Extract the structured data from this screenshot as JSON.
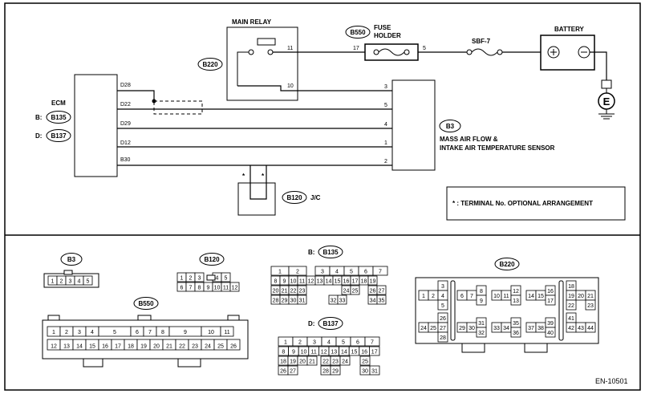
{
  "tags": {
    "b550": "B550",
    "b220": "B220",
    "b135": "B135",
    "b137": "B137",
    "b3": "B3",
    "b120": "B120"
  },
  "labels": {
    "main_relay": "MAIN RELAY",
    "fuse_holder_1": "FUSE",
    "fuse_holder_2": "HOLDER",
    "sbf": "SBF-7",
    "battery": "BATTERY",
    "ecm": "ECM",
    "b_prefix": "B:",
    "d_prefix": "D:",
    "sensor_1": "MASS AIR FLOW &",
    "sensor_2": "INTAKE AIR TEMPERATURE SENSOR",
    "jc": "J/C",
    "star": "*",
    "note": "* : TERMINAL No. OPTIONAL ARRANGEMENT",
    "ground": "E",
    "doc_code": "EN-10501"
  },
  "wires": {
    "d28": "D28",
    "d22": "D22",
    "d29": "D29",
    "d12": "D12",
    "b30": "B30",
    "relay_11": "11",
    "relay_10": "10",
    "fuse_17": "17",
    "fuse_5": "5",
    "s3": "3",
    "s5": "5",
    "s4": "4",
    "s1": "1",
    "s2": "2"
  },
  "connectors": {
    "b3_pins": [
      "1",
      "2",
      "3",
      "4",
      "5"
    ],
    "b120_top": [
      "1",
      "2",
      "3",
      "",
      "4",
      "5"
    ],
    "b120_bot": [
      "6",
      "7",
      "8",
      "9",
      "10",
      "11",
      "12"
    ],
    "b550_top": [
      "1",
      "2",
      "3",
      "4",
      "5",
      "6",
      "7",
      "8",
      "9",
      "10",
      "11"
    ],
    "b550_bot": [
      "12",
      "13",
      "14",
      "15",
      "16",
      "17",
      "18",
      "19",
      "20",
      "21",
      "22",
      "23",
      "24",
      "25",
      "26"
    ],
    "b135_r1": [
      "1",
      "2",
      "3",
      "4",
      "5",
      "6",
      "7"
    ],
    "b135_r2": [
      "8",
      "9",
      "10",
      "11",
      "12",
      "13",
      "14",
      "15",
      "16",
      "17",
      "18",
      "19"
    ],
    "b135_r3": [
      "20",
      "21",
      "22",
      "23",
      "24",
      "25",
      "26",
      "27"
    ],
    "b135_r4": [
      "28",
      "29",
      "30",
      "31",
      "32",
      "33",
      "34",
      "35"
    ],
    "b137_r1": [
      "1",
      "2",
      "3",
      "4",
      "5",
      "6",
      "7"
    ],
    "b137_r2": [
      "8",
      "9",
      "10",
      "11",
      "12",
      "13",
      "14",
      "15",
      "16",
      "17"
    ],
    "b137_r3": [
      "18",
      "19",
      "20",
      "21",
      "22",
      "23",
      "24",
      "25"
    ],
    "b137_r4": [
      "26",
      "27",
      "28",
      "29",
      "30",
      "31"
    ],
    "b220_pins": [
      "1",
      "2",
      "3",
      "4",
      "5",
      "6",
      "7",
      "8",
      "9",
      "10",
      "11",
      "12",
      "13",
      "14",
      "15",
      "16",
      "17",
      "18",
      "19",
      "20",
      "21",
      "22",
      "23",
      "24",
      "25",
      "26",
      "27",
      "28",
      "29",
      "30",
      "31",
      "32",
      "33",
      "34",
      "35",
      "36",
      "37",
      "38",
      "39",
      "40",
      "41",
      "42",
      "43",
      "44"
    ]
  }
}
